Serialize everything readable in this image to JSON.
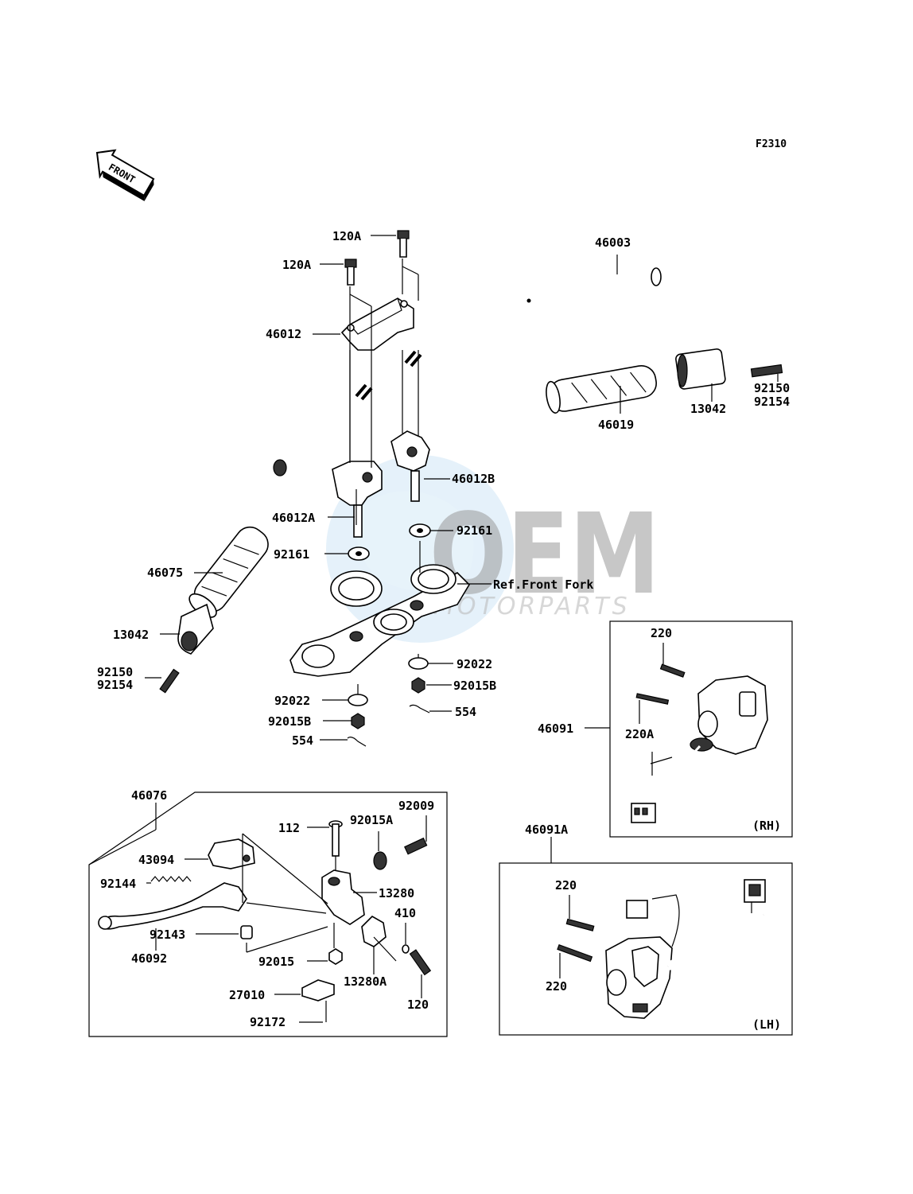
{
  "figure_code": "F2310",
  "front_arrow_label": "FRONT",
  "reference_label": "Ref.Front Fork",
  "watermark": {
    "main": "OEM",
    "sub": "MOTORPARTS"
  },
  "callouts": {
    "p46003": "46003",
    "p120A_top": "120A",
    "p120A_left": "120A",
    "p46012": "46012",
    "p46012B": "46012B",
    "p46012A": "46012A",
    "p92161_right": "92161",
    "p92161_left": "92161",
    "p46075": "46075",
    "p13042_left": "13042",
    "p92150_left": "92150",
    "p92154_left": "92154",
    "p92022_right": "92022",
    "p92015B_right": "92015B",
    "p554_right": "554",
    "p92022_left": "92022",
    "p92015B_left": "92015B",
    "p554_left": "554",
    "p46019": "46019",
    "p13042_right": "13042",
    "p92150_right": "92150",
    "p92154_right": "92154",
    "p46076": "46076",
    "p43094": "43094",
    "p92144": "92144",
    "p46092": "46092",
    "p92143": "92143",
    "p112": "112",
    "p92015A": "92015A",
    "p92009": "92009",
    "p13280": "13280",
    "p410": "410",
    "p92015": "92015",
    "p13280A": "13280A",
    "p120": "120",
    "p27010": "27010",
    "p92172": "92172",
    "p46091": "46091",
    "p220_rh": "220",
    "p220A": "220A",
    "rh_tag": "(RH)",
    "p46091A": "46091A",
    "p220_lh1": "220",
    "p220_lh2": "220",
    "lh_tag": "(LH)"
  }
}
